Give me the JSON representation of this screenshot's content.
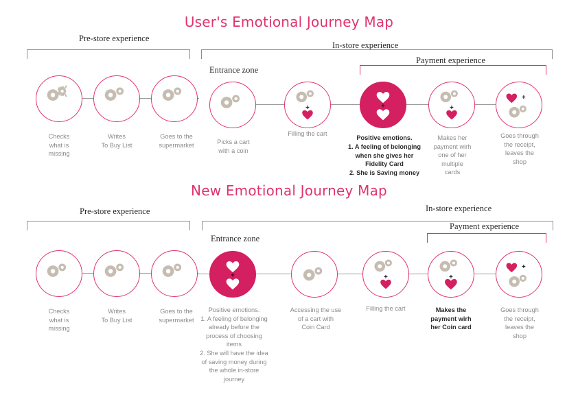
{
  "maps": [
    {
      "id": "users-emotional-journey-map",
      "title": "User's Emotional Journey Map",
      "phases": [
        {
          "name": "pre-store",
          "label": "Pre-store experience",
          "bracket_color": "#8c8c8c"
        },
        {
          "name": "in-store",
          "label": "In-store experience",
          "bracket_color": "#8c8c8c"
        },
        {
          "name": "entrance-zone",
          "label": "Entrance zone",
          "bracket_color": "none"
        },
        {
          "name": "payment",
          "label": "Payment experience",
          "bracket_color": "#e0336f"
        }
      ],
      "steps": [
        {
          "name": "checks-what-is-missing",
          "caption": "Checks\nwhat is\nmissing",
          "icon": "gears",
          "style": "outline",
          "emphasis": "normal"
        },
        {
          "name": "writes-to-buy-list",
          "caption": "Writes\nTo Buy List",
          "icon": "gears",
          "style": "outline",
          "emphasis": "normal"
        },
        {
          "name": "goes-to-the-supermarket",
          "caption": "Goes to the\nsupermarket",
          "icon": "gears",
          "style": "outline",
          "emphasis": "normal"
        },
        {
          "name": "picks-a-cart-with-a-coin",
          "caption": "Picks a cart\nwith a coin",
          "icon": "gears",
          "style": "outline",
          "emphasis": "normal"
        },
        {
          "name": "filling-the-cart",
          "caption": "Filling the cart",
          "icon": "gears-plus-heart",
          "style": "outline",
          "emphasis": "normal"
        },
        {
          "name": "positive-emotions",
          "caption": "Positive emotions.\n1. A feeling of belonging\nwhen she gives her\nFidelity Card\n2. She is Saving money",
          "icon": "two-white-hearts",
          "style": "solid",
          "emphasis": "strong"
        },
        {
          "name": "makes-her-payment",
          "caption": "Makes her\npayment wirh\none of her\nmultiple\ncards",
          "icon": "gears-plus-heart",
          "style": "outline",
          "emphasis": "normal"
        },
        {
          "name": "goes-through-the-receipt",
          "caption": "Goes through\nthe receipt,\nleaves the\nshop",
          "icon": "heart-plus-gears",
          "style": "outline",
          "emphasis": "normal"
        }
      ]
    },
    {
      "id": "new-emotional-journey-map",
      "title": "New Emotional Journey Map",
      "phases": [
        {
          "name": "pre-store",
          "label": "Pre-store experience",
          "bracket_color": "#8c8c8c"
        },
        {
          "name": "in-store",
          "label": "In-store experience",
          "bracket_color": "#8c8c8c"
        },
        {
          "name": "entrance-zone",
          "label": "Entrance zone",
          "bracket_color": "none"
        },
        {
          "name": "payment",
          "label": "Payment experience",
          "bracket_color": "#e0336f"
        }
      ],
      "steps": [
        {
          "name": "checks-what-is-missing",
          "caption": "Checks\nwhat is\nmissing",
          "icon": "gears",
          "style": "outline",
          "emphasis": "normal"
        },
        {
          "name": "writes-to-buy-list",
          "caption": "Writes\nTo Buy List",
          "icon": "gears",
          "style": "outline",
          "emphasis": "normal"
        },
        {
          "name": "goes-to-the-supermarket",
          "caption": "Goes to the\nsupermarket",
          "icon": "gears",
          "style": "outline",
          "emphasis": "normal"
        },
        {
          "name": "positive-emotions",
          "caption": "Positive emotions.\n1. A feeling of belonging\nalready before the\nprocess of choosing\nitems\n2. She will have the idea\nof saving money during\nthe whole in-store\njourney",
          "icon": "two-white-hearts",
          "style": "solid",
          "emphasis": "normal"
        },
        {
          "name": "accessing-cart-with-coin-card",
          "caption": "Accessing the use\nof a cart with\nCoin Card",
          "icon": "gears",
          "style": "outline",
          "emphasis": "normal"
        },
        {
          "name": "filling-the-cart",
          "caption": "Filling the cart",
          "icon": "gears-plus-heart",
          "style": "outline",
          "emphasis": "normal"
        },
        {
          "name": "makes-the-payment-coin-card",
          "caption": "Makes the\npayment wirh\nher Coin card",
          "icon": "gears-plus-heart",
          "style": "outline",
          "emphasis": "strong"
        },
        {
          "name": "goes-through-the-receipt",
          "caption": "Goes through\nthe receipt,\nleaves the\nshop",
          "icon": "heart-plus-gears",
          "style": "outline",
          "emphasis": "normal"
        }
      ]
    }
  ],
  "colors": {
    "accent_pink": "#e0336f",
    "solid_pink": "#d41f60",
    "gear_tan": "#c6bdb2",
    "caption_gray": "#8a8a8a",
    "bracket_gray": "#8c8c8c"
  },
  "glyphs": {
    "plus": "+",
    "gear": "gear-icon",
    "heart": "heart-icon"
  }
}
